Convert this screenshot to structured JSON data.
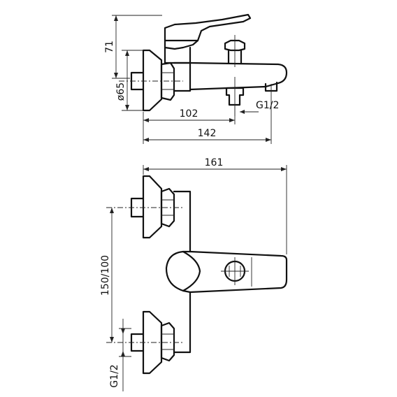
{
  "dimensions": {
    "top_view": {
      "height": "71",
      "diameter": "ø65",
      "inlet_spacing": "102",
      "overall_length": "142",
      "thread": "G1/2"
    },
    "front_view": {
      "overall_length": "161",
      "center_distance": "150/100",
      "thread": "G1/2"
    }
  }
}
